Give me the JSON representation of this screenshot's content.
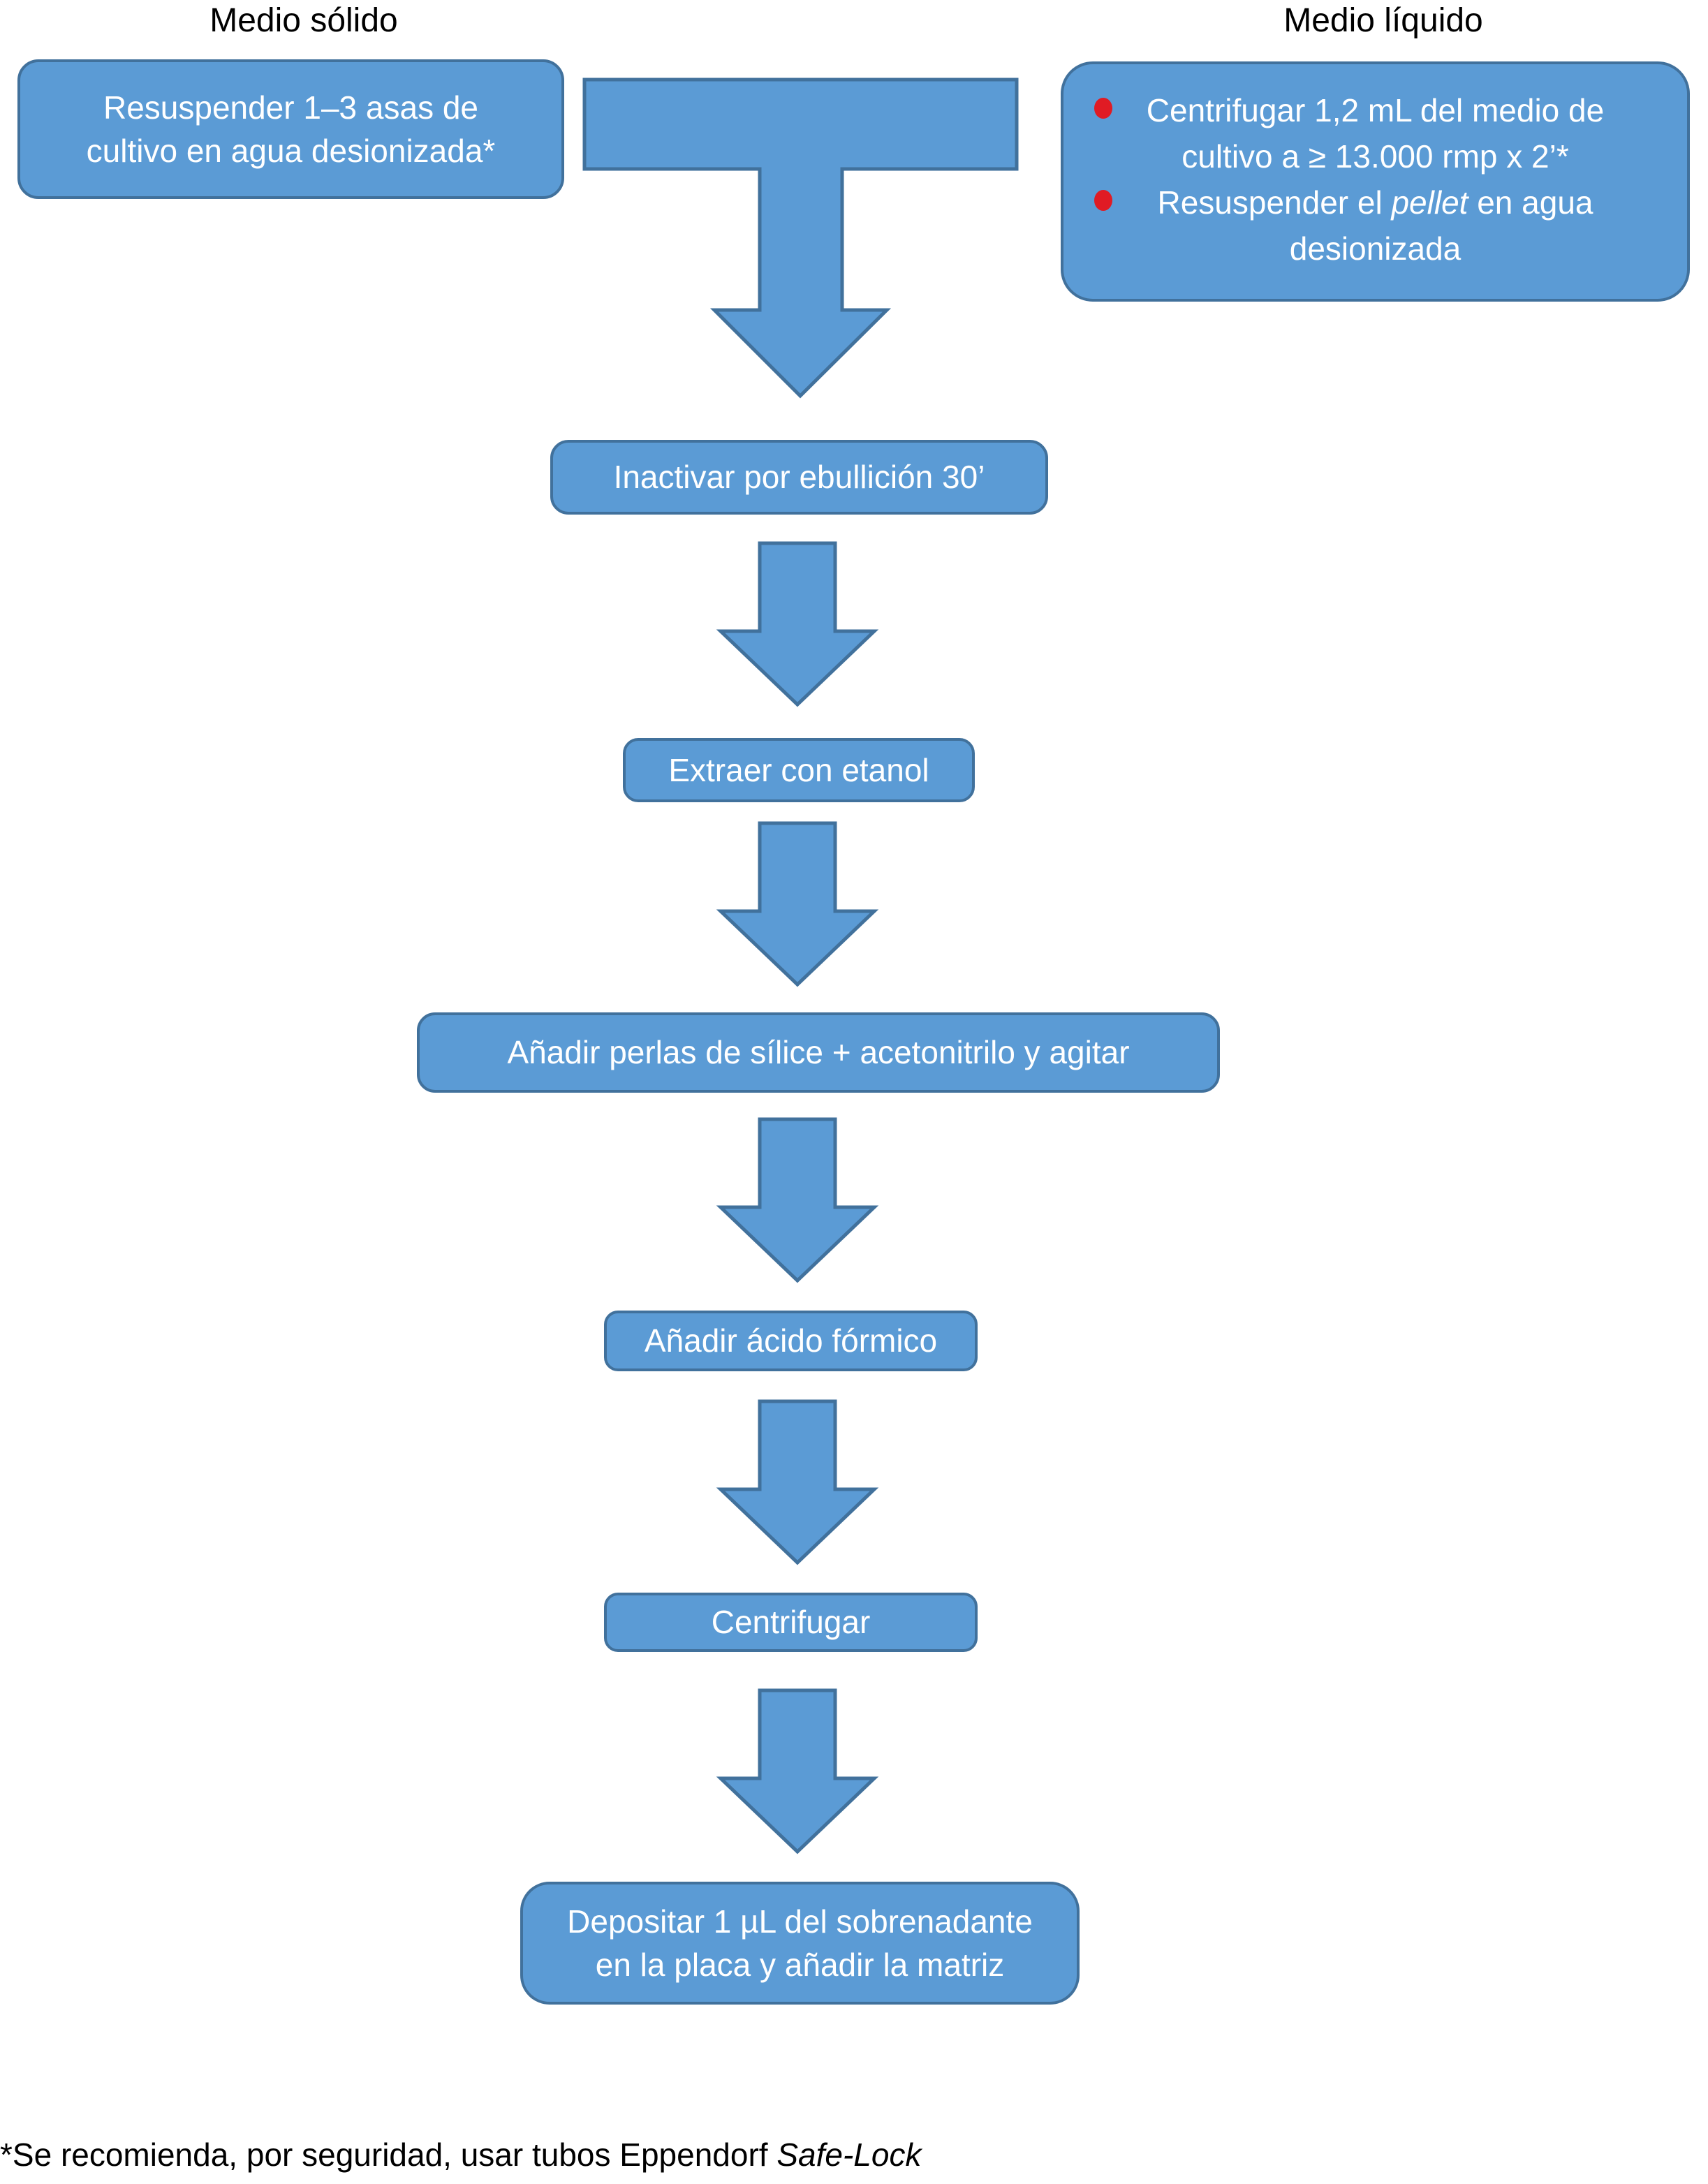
{
  "headers": {
    "solid": "Medio sólido",
    "liquid": "Medio líquido"
  },
  "solid_box": {
    "text": "Resuspender 1–3 asas de\ncultivo en agua desionizada*"
  },
  "liquid_box": {
    "bullets": [
      {
        "pre": "Centrifugar 1,2 mL del medio de\ncultivo a ≥ 13.000 rmp x 2’*",
        "italic": "",
        "post": ""
      },
      {
        "pre": "Resuspender el ",
        "italic": "pellet",
        "post": " en agua desionizada"
      }
    ]
  },
  "steps": [
    {
      "label": "Inactivar por ebullición 30’"
    },
    {
      "label": "Extraer con etanol"
    },
    {
      "label": "Añadir perlas de sílice + acetonitrilo y agitar"
    },
    {
      "label": "Añadir ácido fórmico"
    },
    {
      "label": "Centrifugar"
    },
    {
      "label": "Depositar 1 µL del sobrenadante\nen la placa y añadir la matriz"
    }
  ],
  "footnote": {
    "pre": "*Se recomienda, por seguridad, usar tubos Eppendorf ",
    "italic": "Safe-Lock"
  },
  "colors": {
    "shape_fill": "#5b9bd5",
    "shape_border": "#41719c",
    "bullet_red": "#e01b24",
    "shape_text": "#ffffff",
    "heading_text": "#000000",
    "background": "#ffffff"
  }
}
